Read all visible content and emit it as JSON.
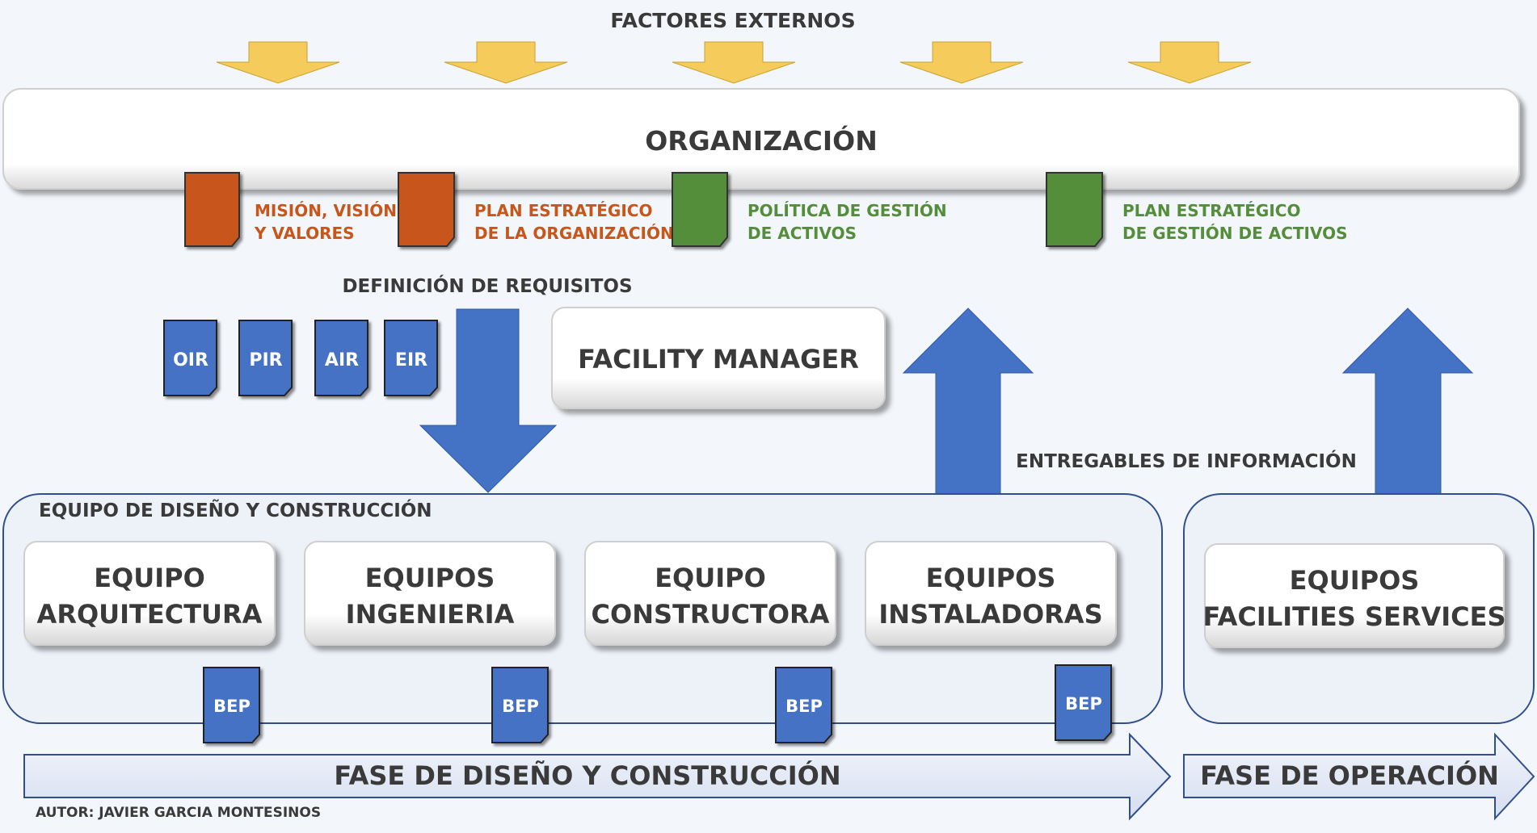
{
  "external_factors": {
    "label": "FACTORES EXTERNOS"
  },
  "organization": {
    "title": "ORGANIZACIÓN",
    "documents": [
      {
        "line1": "MISIÓN, VISIÓN",
        "line2": "Y VALORES",
        "color": "#c8561a",
        "text_color": "#c8561a"
      },
      {
        "line1": "PLAN ESTRATÉGICO",
        "line2": "DE LA ORGANIZACIÓN",
        "color": "#c8561a",
        "text_color": "#c8561a"
      },
      {
        "line1": "POLÍTICA DE GESTIÓN",
        "line2": "DE ACTIVOS",
        "color": "#548e3a",
        "text_color": "#548e3a"
      },
      {
        "line1": "PLAN ESTRATÉGICO",
        "line2": "DE GESTIÓN DE ACTIVOS",
        "color": "#548e3a",
        "text_color": "#548e3a"
      }
    ]
  },
  "requirements": {
    "label": "DEFINICIÓN DE REQUISITOS",
    "documents": [
      "OIR",
      "PIR",
      "AIR",
      "EIR"
    ]
  },
  "facility_manager": {
    "label": "FACILITY MANAGER"
  },
  "deliverables": {
    "label": "ENTREGABLES DE INFORMACIÓN"
  },
  "design_team": {
    "title": "EQUIPO DE DISEÑO Y CONSTRUCCIÓN",
    "teams": [
      {
        "line1": "EQUIPO",
        "line2": "ARQUITECTURA"
      },
      {
        "line1": "EQUIPOS",
        "line2": "INGENIERIA"
      },
      {
        "line1": "EQUIPO",
        "line2": "CONSTRUCTORA"
      },
      {
        "line1": "EQUIPOS",
        "line2": "INSTALADORAS"
      }
    ],
    "bep_label": "BEP"
  },
  "operations_team": {
    "line1": "EQUIPOS",
    "line2": "FACILITIES SERVICES"
  },
  "phases": {
    "design": "FASE DE DISEÑO Y CONSTRUCCIÓN",
    "operation": "FASE DE OPERACIÓN"
  },
  "author": "AUTOR: JAVIER GARCIA MONTESINOS",
  "colors": {
    "blue": "#4472c4",
    "yellow": "#f5cc5c",
    "text": "#3a3a3a",
    "panel_border": "#2f4f8f"
  }
}
